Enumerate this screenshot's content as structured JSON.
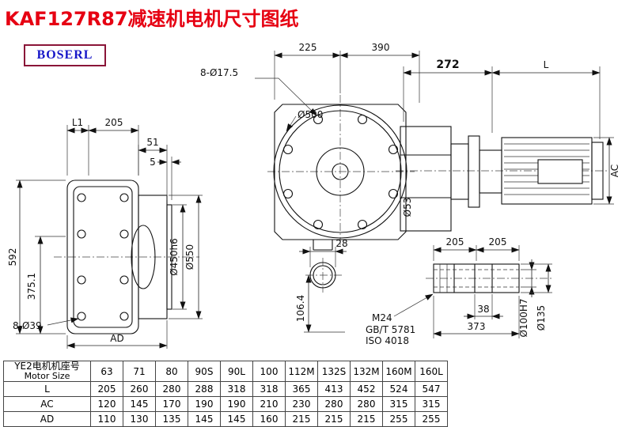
{
  "page": {
    "title": "KAF127R87减速机电机尺寸图纸",
    "brand": "BOSERL"
  },
  "colors": {
    "title_red": "#e60012",
    "brand_blue": "#1616c8",
    "brand_border": "#8a1538",
    "line": "#111111"
  },
  "labels": {
    "d225": "225",
    "d390": "390",
    "bolt17": "8-Ø17.5",
    "dia500": "Ø500",
    "dia53": "Ø53",
    "d28": "28",
    "d106": "106.4",
    "dL1": "L1",
    "d205": "205",
    "d51": "51",
    "d5": "5",
    "d592": "592",
    "d375": "375.1",
    "bolt39": "8-Ø39",
    "dAD": "AD",
    "dia450": "Ø450h6",
    "dia550": "Ø550",
    "d272": "272",
    "dL": "L",
    "dAC": "AC",
    "d205a": "205",
    "d205b": "205",
    "d38": "38",
    "d373": "373",
    "m24": "M24",
    "gbt": "GB/T 5781",
    "iso": "ISO 4018",
    "dia100": "Ø100H7",
    "dia135": "Ø135"
  },
  "table": {
    "header": {
      "label_cn": "YE2电机机座号",
      "label_en": "Motor Size",
      "sizes": [
        "63",
        "71",
        "80",
        "90S",
        "90L",
        "100",
        "112M",
        "132S",
        "132M",
        "160M",
        "160L"
      ]
    },
    "rows": [
      {
        "label": "L",
        "values": [
          "205",
          "260",
          "280",
          "288",
          "318",
          "318",
          "365",
          "413",
          "452",
          "524",
          "547"
        ]
      },
      {
        "label": "AC",
        "values": [
          "120",
          "145",
          "170",
          "190",
          "190",
          "210",
          "230",
          "280",
          "280",
          "315",
          "315"
        ]
      },
      {
        "label": "AD",
        "values": [
          "110",
          "130",
          "135",
          "145",
          "145",
          "160",
          "215",
          "215",
          "215",
          "255",
          "255"
        ]
      }
    ]
  }
}
